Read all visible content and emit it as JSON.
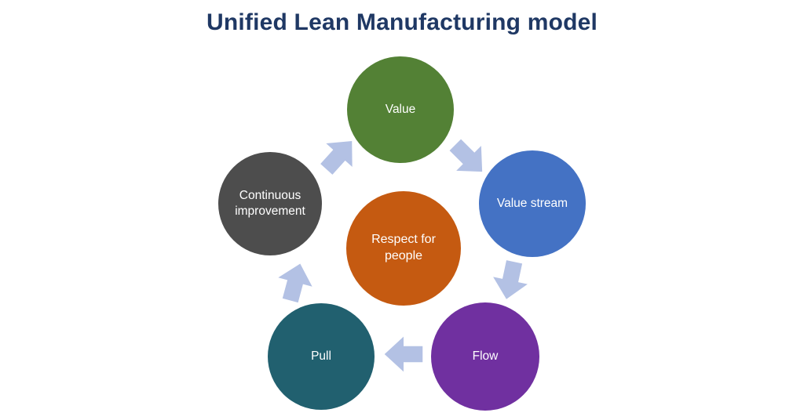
{
  "title": "Unified Lean Manufacturing model",
  "colors": {
    "background": "#ffffff",
    "title_text": "#1f3864",
    "node_text": "#ffffff",
    "arrow": "#b3c1e4"
  },
  "cycle": {
    "nodes": [
      {
        "id": "value",
        "label": "Value",
        "color": "#538135"
      },
      {
        "id": "value-stream",
        "label": "Value stream",
        "color": "#4472c4"
      },
      {
        "id": "flow",
        "label": "Flow",
        "color": "#7030a0"
      },
      {
        "id": "pull",
        "label": "Pull",
        "color": "#21606f"
      },
      {
        "id": "continuous-improvement",
        "label": "Continuous improvement",
        "color": "#4d4d4d"
      }
    ],
    "center": {
      "id": "respect-for-people",
      "label": "Respect for people",
      "color": "#c55a11"
    },
    "arrows": [
      {
        "from": "continuous-improvement",
        "to": "value"
      },
      {
        "from": "value",
        "to": "value-stream"
      },
      {
        "from": "value-stream",
        "to": "flow"
      },
      {
        "from": "flow",
        "to": "pull"
      },
      {
        "from": "pull",
        "to": "continuous-improvement"
      }
    ]
  }
}
